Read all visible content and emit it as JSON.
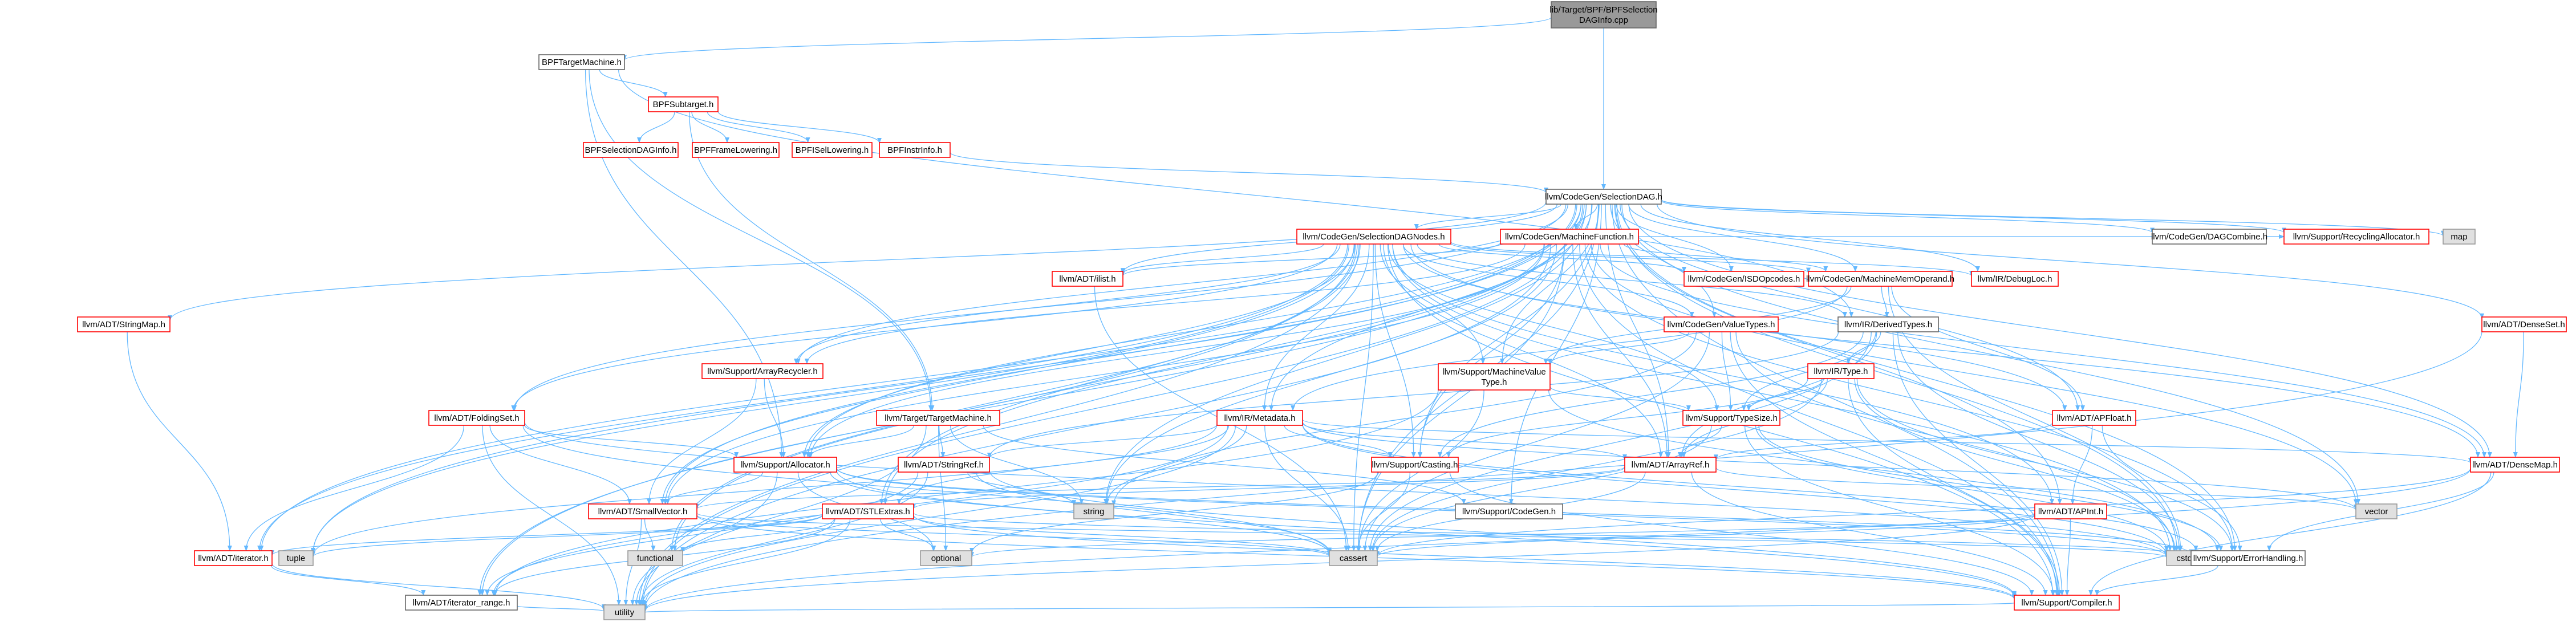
{
  "colors": {
    "edge": "#63b8ff",
    "root_fill": "#999999",
    "root_stroke": "#666666",
    "node_fill": "#ffffff",
    "red_stroke": "#ff0000",
    "black_stroke": "#666666",
    "gray_fill": "#e0e0e0",
    "gray_stroke": "#999999"
  },
  "nodes": [
    {
      "id": "root",
      "lines": [
        "lib/Target/BPF/BPFSelection",
        "DAGInfo.cpp"
      ],
      "style": "root"
    },
    {
      "id": "tm",
      "lines": [
        "BPFTargetMachine.h"
      ],
      "style": "black"
    },
    {
      "id": "sub",
      "lines": [
        "BPFSubtarget.h"
      ],
      "style": "red"
    },
    {
      "id": "seldag_info",
      "lines": [
        "BPFSelectionDAGInfo.h"
      ],
      "style": "red"
    },
    {
      "id": "framelow",
      "lines": [
        "BPFFrameLowering.h"
      ],
      "style": "red"
    },
    {
      "id": "isel",
      "lines": [
        "BPFISelLowering.h"
      ],
      "style": "red"
    },
    {
      "id": "instr",
      "lines": [
        "BPFInstrInfo.h"
      ],
      "style": "red"
    },
    {
      "id": "seldag",
      "lines": [
        "llvm/CodeGen/SelectionDAG.h"
      ],
      "style": "black"
    },
    {
      "id": "sdnodes",
      "lines": [
        "llvm/CodeGen/SelectionDAGNodes.h"
      ],
      "style": "red"
    },
    {
      "id": "mf",
      "lines": [
        "llvm/CodeGen/MachineFunction.h"
      ],
      "style": "red"
    },
    {
      "id": "dagcombine",
      "lines": [
        "llvm/CodeGen/DAGCombine.h"
      ],
      "style": "black"
    },
    {
      "id": "recycalloc",
      "lines": [
        "llvm/Support/RecyclingAllocator.h"
      ],
      "style": "red"
    },
    {
      "id": "map",
      "lines": [
        "map"
      ],
      "style": "gray"
    },
    {
      "id": "stringmap",
      "lines": [
        "llvm/ADT/StringMap.h"
      ],
      "style": "red"
    },
    {
      "id": "ilist",
      "lines": [
        "llvm/ADT/ilist.h"
      ],
      "style": "red"
    },
    {
      "id": "isdopcodes",
      "lines": [
        "llvm/CodeGen/ISDOpcodes.h"
      ],
      "style": "red"
    },
    {
      "id": "mmo",
      "lines": [
        "llvm/CodeGen/MachineMemOperand.h"
      ],
      "style": "red"
    },
    {
      "id": "debugloc",
      "lines": [
        "llvm/IR/DebugLoc.h"
      ],
      "style": "red"
    },
    {
      "id": "valuetypes",
      "lines": [
        "llvm/CodeGen/ValueTypes.h"
      ],
      "style": "red"
    },
    {
      "id": "derivedtypes",
      "lines": [
        "llvm/IR/DerivedTypes.h"
      ],
      "style": "black"
    },
    {
      "id": "denseset",
      "lines": [
        "llvm/ADT/DenseSet.h"
      ],
      "style": "red"
    },
    {
      "id": "arrayrecycler",
      "lines": [
        "llvm/Support/ArrayRecycler.h"
      ],
      "style": "red"
    },
    {
      "id": "mvt",
      "lines": [
        "llvm/Support/MachineValue",
        "Type.h"
      ],
      "style": "red"
    },
    {
      "id": "irtype",
      "lines": [
        "llvm/IR/Type.h"
      ],
      "style": "red"
    },
    {
      "id": "foldingset",
      "lines": [
        "llvm/ADT/FoldingSet.h"
      ],
      "style": "red"
    },
    {
      "id": "targetmachine",
      "lines": [
        "llvm/Target/TargetMachine.h"
      ],
      "style": "red"
    },
    {
      "id": "metadata",
      "lines": [
        "llvm/IR/Metadata.h"
      ],
      "style": "red"
    },
    {
      "id": "typesize",
      "lines": [
        "llvm/Support/TypeSize.h"
      ],
      "style": "red"
    },
    {
      "id": "apfloat",
      "lines": [
        "llvm/ADT/APFloat.h"
      ],
      "style": "red"
    },
    {
      "id": "densemap",
      "lines": [
        "llvm/ADT/DenseMap.h"
      ],
      "style": "red"
    },
    {
      "id": "allocator",
      "lines": [
        "llvm/Support/Allocator.h"
      ],
      "style": "red"
    },
    {
      "id": "stringref",
      "lines": [
        "llvm/ADT/StringRef.h"
      ],
      "style": "red"
    },
    {
      "id": "casting",
      "lines": [
        "llvm/Support/Casting.h"
      ],
      "style": "red"
    },
    {
      "id": "arrayref",
      "lines": [
        "llvm/ADT/ArrayRef.h"
      ],
      "style": "red"
    },
    {
      "id": "smallvector",
      "lines": [
        "llvm/ADT/SmallVector.h"
      ],
      "style": "red"
    },
    {
      "id": "string",
      "lines": [
        "string"
      ],
      "style": "gray"
    },
    {
      "id": "supportcodegen",
      "lines": [
        "llvm/Support/CodeGen.h"
      ],
      "style": "black"
    },
    {
      "id": "vector",
      "lines": [
        "vector"
      ],
      "style": "gray"
    },
    {
      "id": "stlextras",
      "lines": [
        "llvm/ADT/STLExtras.h"
      ],
      "style": "red"
    },
    {
      "id": "apint",
      "lines": [
        "llvm/ADT/APInt.h"
      ],
      "style": "red"
    },
    {
      "id": "iterator",
      "lines": [
        "llvm/ADT/iterator.h"
      ],
      "style": "red"
    },
    {
      "id": "tuple",
      "lines": [
        "tuple"
      ],
      "style": "gray"
    },
    {
      "id": "functional",
      "lines": [
        "functional"
      ],
      "style": "gray"
    },
    {
      "id": "optional",
      "lines": [
        "optional"
      ],
      "style": "gray"
    },
    {
      "id": "cassert",
      "lines": [
        "cassert"
      ],
      "style": "gray"
    },
    {
      "id": "cstdint",
      "lines": [
        "cstdint"
      ],
      "style": "gray"
    },
    {
      "id": "errorhandling",
      "lines": [
        "llvm/Support/ErrorHandling.h"
      ],
      "style": "black"
    },
    {
      "id": "iterrange",
      "lines": [
        "llvm/ADT/iterator_range.h"
      ],
      "style": "black"
    },
    {
      "id": "compiler",
      "lines": [
        "llvm/Support/Compiler.h"
      ],
      "style": "red"
    },
    {
      "id": "utility",
      "lines": [
        "utility"
      ],
      "style": "gray"
    }
  ],
  "edges": [
    [
      "root",
      "tm"
    ],
    [
      "root",
      "seldag"
    ],
    [
      "tm",
      "sub"
    ],
    [
      "tm",
      "targetmachine"
    ],
    [
      "tm",
      "allocator"
    ],
    [
      "tm",
      "derivedtypes"
    ],
    [
      "sub",
      "seldag_info"
    ],
    [
      "sub",
      "framelow"
    ],
    [
      "sub",
      "isel"
    ],
    [
      "sub",
      "instr"
    ],
    [
      "sub",
      "targetmachine"
    ],
    [
      "instr",
      "seldag"
    ],
    [
      "seldag",
      "sdnodes"
    ],
    [
      "seldag",
      "mf"
    ],
    [
      "seldag",
      "dagcombine"
    ],
    [
      "seldag",
      "recycalloc"
    ],
    [
      "seldag",
      "map"
    ],
    [
      "seldag",
      "stringmap"
    ],
    [
      "seldag",
      "ilist"
    ],
    [
      "seldag",
      "isdopcodes"
    ],
    [
      "seldag",
      "mmo"
    ],
    [
      "seldag",
      "valuetypes"
    ],
    [
      "seldag",
      "denseset"
    ],
    [
      "seldag",
      "arrayrecycler"
    ],
    [
      "seldag",
      "foldingset"
    ],
    [
      "seldag",
      "metadata"
    ],
    [
      "seldag",
      "apfloat"
    ],
    [
      "seldag",
      "densemap"
    ],
    [
      "seldag",
      "allocator"
    ],
    [
      "seldag",
      "casting"
    ],
    [
      "seldag",
      "arrayref"
    ],
    [
      "seldag",
      "smallvector"
    ],
    [
      "seldag",
      "string"
    ],
    [
      "seldag",
      "supportcodegen"
    ],
    [
      "seldag",
      "vector"
    ],
    [
      "seldag",
      "stlextras"
    ],
    [
      "seldag",
      "apint"
    ],
    [
      "seldag",
      "iterator"
    ],
    [
      "seldag",
      "tuple"
    ],
    [
      "seldag",
      "functional"
    ],
    [
      "seldag",
      "cassert"
    ],
    [
      "seldag",
      "cstdint"
    ],
    [
      "seldag",
      "errorhandling"
    ],
    [
      "seldag",
      "iterrange"
    ],
    [
      "seldag",
      "utility"
    ],
    [
      "seldag",
      "compiler"
    ],
    [
      "seldag",
      "debugloc"
    ],
    [
      "seldag",
      "mvt"
    ],
    [
      "sdnodes",
      "ilist"
    ],
    [
      "sdnodes",
      "isdopcodes"
    ],
    [
      "sdnodes",
      "mmo"
    ],
    [
      "sdnodes",
      "debugloc"
    ],
    [
      "sdnodes",
      "valuetypes"
    ],
    [
      "sdnodes",
      "mvt"
    ],
    [
      "sdnodes",
      "foldingset"
    ],
    [
      "sdnodes",
      "metadata"
    ],
    [
      "sdnodes",
      "apfloat"
    ],
    [
      "sdnodes",
      "densemap"
    ],
    [
      "sdnodes",
      "allocator"
    ],
    [
      "sdnodes",
      "casting"
    ],
    [
      "sdnodes",
      "arrayref"
    ],
    [
      "sdnodes",
      "smallvector"
    ],
    [
      "sdnodes",
      "stlextras"
    ],
    [
      "sdnodes",
      "apint"
    ],
    [
      "sdnodes",
      "iterator"
    ],
    [
      "sdnodes",
      "iterrange"
    ],
    [
      "sdnodes",
      "cassert"
    ],
    [
      "sdnodes",
      "cstdint"
    ],
    [
      "sdnodes",
      "derivedtypes"
    ],
    [
      "sdnodes",
      "typesize"
    ],
    [
      "sdnodes",
      "arrayrecycler"
    ],
    [
      "sdnodes",
      "tuple"
    ],
    [
      "sdnodes",
      "functional"
    ],
    [
      "sdnodes",
      "utility"
    ],
    [
      "sdnodes",
      "compiler"
    ],
    [
      "mf",
      "ilist"
    ],
    [
      "mf",
      "mmo"
    ],
    [
      "mf",
      "arrayrecycler"
    ],
    [
      "mf",
      "allocator"
    ],
    [
      "mf",
      "smallvector"
    ],
    [
      "mf",
      "casting"
    ],
    [
      "mf",
      "arrayref"
    ],
    [
      "mf",
      "densemap"
    ],
    [
      "mf",
      "string"
    ],
    [
      "mf",
      "vector"
    ],
    [
      "mf",
      "utility"
    ],
    [
      "mf",
      "cassert"
    ],
    [
      "mf",
      "compiler"
    ],
    [
      "mf",
      "errorhandling"
    ],
    [
      "mf",
      "recycalloc"
    ],
    [
      "stringmap",
      "iterator"
    ],
    [
      "ilist",
      "cassert"
    ],
    [
      "mmo",
      "derivedtypes"
    ],
    [
      "mmo",
      "mvt"
    ],
    [
      "mmo",
      "cstdint"
    ],
    [
      "mmo",
      "metadata"
    ],
    [
      "mmo",
      "apfloat"
    ],
    [
      "valuetypes",
      "mvt"
    ],
    [
      "valuetypes",
      "typesize"
    ],
    [
      "valuetypes",
      "compiler"
    ],
    [
      "valuetypes",
      "cassert"
    ],
    [
      "valuetypes",
      "cstdint"
    ],
    [
      "valuetypes",
      "string"
    ],
    [
      "derivedtypes",
      "irtype"
    ],
    [
      "derivedtypes",
      "arrayref"
    ],
    [
      "derivedtypes",
      "stringref"
    ],
    [
      "derivedtypes",
      "typesize"
    ],
    [
      "derivedtypes",
      "casting"
    ],
    [
      "derivedtypes",
      "compiler"
    ],
    [
      "derivedtypes",
      "cassert"
    ],
    [
      "derivedtypes",
      "cstdint"
    ],
    [
      "denseset",
      "densemap"
    ],
    [
      "denseset",
      "utility"
    ],
    [
      "arrayrecycler",
      "smallvector"
    ],
    [
      "arrayrecycler",
      "allocator"
    ],
    [
      "mvt",
      "typesize"
    ],
    [
      "mvt",
      "errorhandling"
    ],
    [
      "mvt",
      "cassert"
    ],
    [
      "mvt",
      "iterrange"
    ],
    [
      "irtype",
      "arrayref"
    ],
    [
      "irtype",
      "typesize"
    ],
    [
      "irtype",
      "casting"
    ],
    [
      "irtype",
      "compiler"
    ],
    [
      "irtype",
      "errorhandling"
    ],
    [
      "irtype",
      "cassert"
    ],
    [
      "irtype",
      "cstdint"
    ],
    [
      "foldingset",
      "iterator"
    ],
    [
      "foldingset",
      "smallvector"
    ],
    [
      "foldingset",
      "allocator"
    ],
    [
      "foldingset",
      "cassert"
    ],
    [
      "foldingset",
      "cstdint"
    ],
    [
      "foldingset",
      "utility"
    ],
    [
      "targetmachine",
      "stringref"
    ],
    [
      "targetmachine",
      "allocator"
    ],
    [
      "targetmachine",
      "supportcodegen"
    ],
    [
      "targetmachine",
      "optional"
    ],
    [
      "targetmachine",
      "string"
    ],
    [
      "targetmachine",
      "utility"
    ],
    [
      "metadata",
      "arrayref"
    ],
    [
      "metadata",
      "densemap"
    ],
    [
      "metadata",
      "stlextras"
    ],
    [
      "metadata",
      "stringref"
    ],
    [
      "metadata",
      "casting"
    ],
    [
      "metadata",
      "errorhandling"
    ],
    [
      "metadata",
      "iterrange"
    ],
    [
      "metadata",
      "cassert"
    ],
    [
      "metadata",
      "cstdint"
    ],
    [
      "metadata",
      "utility"
    ],
    [
      "metadata",
      "string"
    ],
    [
      "metadata",
      "vector"
    ],
    [
      "metadata",
      "tuple"
    ],
    [
      "typesize",
      "arrayref"
    ],
    [
      "typesize",
      "compiler"
    ],
    [
      "typesize",
      "errorhandling"
    ],
    [
      "typesize",
      "cassert"
    ],
    [
      "typesize",
      "cstdint"
    ],
    [
      "apfloat",
      "apint"
    ],
    [
      "apfloat",
      "arrayref"
    ],
    [
      "apfloat",
      "errorhandling"
    ],
    [
      "densemap",
      "errorhandling"
    ],
    [
      "densemap",
      "compiler"
    ],
    [
      "densemap",
      "utility"
    ],
    [
      "densemap",
      "cassert"
    ],
    [
      "allocator",
      "smallvector"
    ],
    [
      "allocator",
      "compiler"
    ],
    [
      "allocator",
      "cassert"
    ],
    [
      "allocator",
      "cstdint"
    ],
    [
      "allocator",
      "utility"
    ],
    [
      "allocator",
      "optional"
    ],
    [
      "allocator",
      "errorhandling"
    ],
    [
      "stringref",
      "iterrange"
    ],
    [
      "stringref",
      "compiler"
    ],
    [
      "stringref",
      "cassert"
    ],
    [
      "stringref",
      "string"
    ],
    [
      "stringref",
      "utility"
    ],
    [
      "casting",
      "compiler"
    ],
    [
      "casting",
      "cassert"
    ],
    [
      "casting",
      "optional"
    ],
    [
      "arrayref",
      "smallvector"
    ],
    [
      "arrayref",
      "stlextras"
    ],
    [
      "arrayref",
      "compiler"
    ],
    [
      "arrayref",
      "cassert"
    ],
    [
      "arrayref",
      "vector"
    ],
    [
      "smallvector",
      "compiler"
    ],
    [
      "smallvector",
      "cassert"
    ],
    [
      "smallvector",
      "functional"
    ],
    [
      "smallvector",
      "utility"
    ],
    [
      "smallvector",
      "cstdint"
    ],
    [
      "stlextras",
      "iterator"
    ],
    [
      "stlextras",
      "iterrange"
    ],
    [
      "stlextras",
      "errorhandling"
    ],
    [
      "stlextras",
      "compiler"
    ],
    [
      "stlextras",
      "tuple"
    ],
    [
      "stlextras",
      "optional"
    ],
    [
      "stlextras",
      "cassert"
    ],
    [
      "stlextras",
      "functional"
    ],
    [
      "stlextras",
      "utility"
    ],
    [
      "apint",
      "compiler"
    ],
    [
      "apint",
      "cassert"
    ],
    [
      "apint",
      "utility"
    ],
    [
      "apint",
      "optional"
    ],
    [
      "iterator",
      "iterrange"
    ],
    [
      "iterator",
      "utility"
    ],
    [
      "iterrange",
      "utility"
    ],
    [
      "errorhandling",
      "compiler"
    ],
    [
      "compiler",
      "utility"
    ]
  ]
}
